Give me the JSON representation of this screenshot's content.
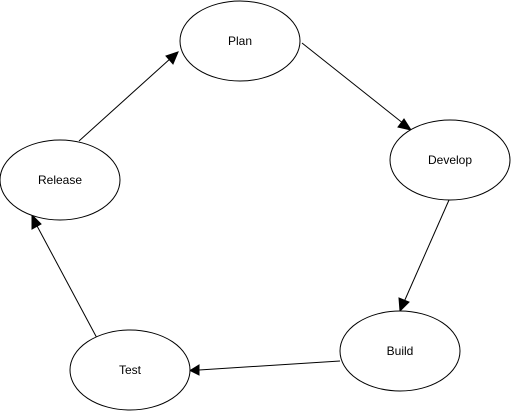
{
  "diagram": {
    "nodes": [
      {
        "id": "plan",
        "label": "Plan"
      },
      {
        "id": "develop",
        "label": "Develop"
      },
      {
        "id": "build",
        "label": "Build"
      },
      {
        "id": "test",
        "label": "Test"
      },
      {
        "id": "release",
        "label": "Release"
      }
    ],
    "edges": [
      {
        "from": "plan",
        "to": "develop"
      },
      {
        "from": "develop",
        "to": "build"
      },
      {
        "from": "build",
        "to": "test"
      },
      {
        "from": "test",
        "to": "release"
      },
      {
        "from": "release",
        "to": "plan"
      }
    ],
    "colors": {
      "stroke": "#000000",
      "fill": "#ffffff",
      "text": "#000000"
    }
  }
}
